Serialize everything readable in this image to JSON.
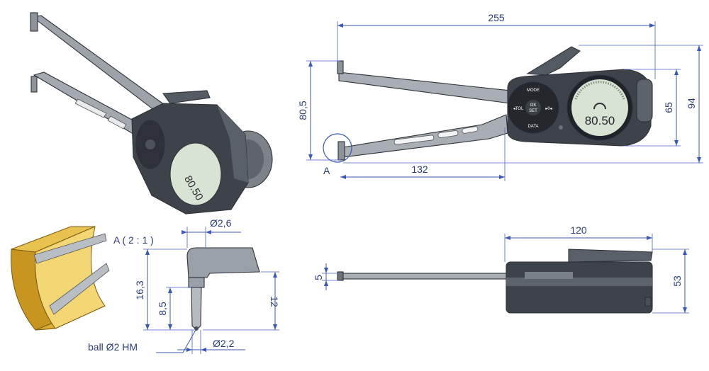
{
  "dimensions": {
    "overall_length": "255",
    "height_80": "80,5",
    "height_65": "65",
    "height_94": "94",
    "reach_132": "132",
    "depth_120": "120",
    "thickness_5": "5",
    "depth_53": "53",
    "dia_2_6": "Ø2,6",
    "len_16_3": "16,3",
    "len_8_5": "8,5",
    "len_12": "12",
    "dia_2_2": "Ø2,2",
    "ball": "ball Ø2 HM"
  },
  "labels": {
    "detail_marker": "A",
    "detail_title": "A ( 2 : 1 )"
  },
  "display": {
    "reading": "80.50",
    "button_mode": "MODE",
    "button_tol": "◂TOL",
    "button_ok": "OK",
    "button_set": "SET",
    "button_zero": "▸0◂",
    "button_data": "DATA"
  },
  "colors": {
    "dimension_blue": "#3c57b5",
    "body_dark": "#3e434b",
    "display_green": "#d8e3d4",
    "gold": "#d4a72c"
  }
}
